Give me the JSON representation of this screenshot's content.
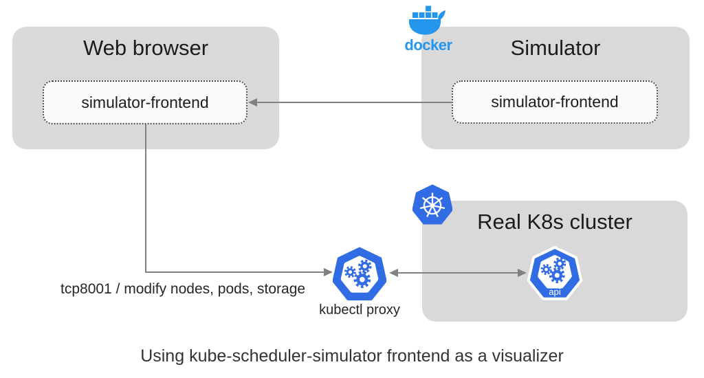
{
  "diagram": {
    "caption": "Using kube-scheduler-simulator frontend as a visualizer",
    "web_browser": {
      "title": "Web browser",
      "node_label": "simulator-frontend"
    },
    "simulator": {
      "title": "Simulator",
      "node_label": "simulator-frontend",
      "docker_label": "docker"
    },
    "cluster": {
      "title": "Real K8s cluster",
      "api_label": "api"
    },
    "kubectl_proxy_label": "kubectl proxy",
    "edge_label": "tcp8001 / modify nodes, pods, storage",
    "colors": {
      "box_fill": "#d9d9d9",
      "node_fill": "#fafafa",
      "node_border": "#4a4a4a",
      "arrow": "#808080",
      "kubernetes_blue": "#326ce5",
      "docker_blue": "#2496ed",
      "text": "#262626"
    }
  }
}
